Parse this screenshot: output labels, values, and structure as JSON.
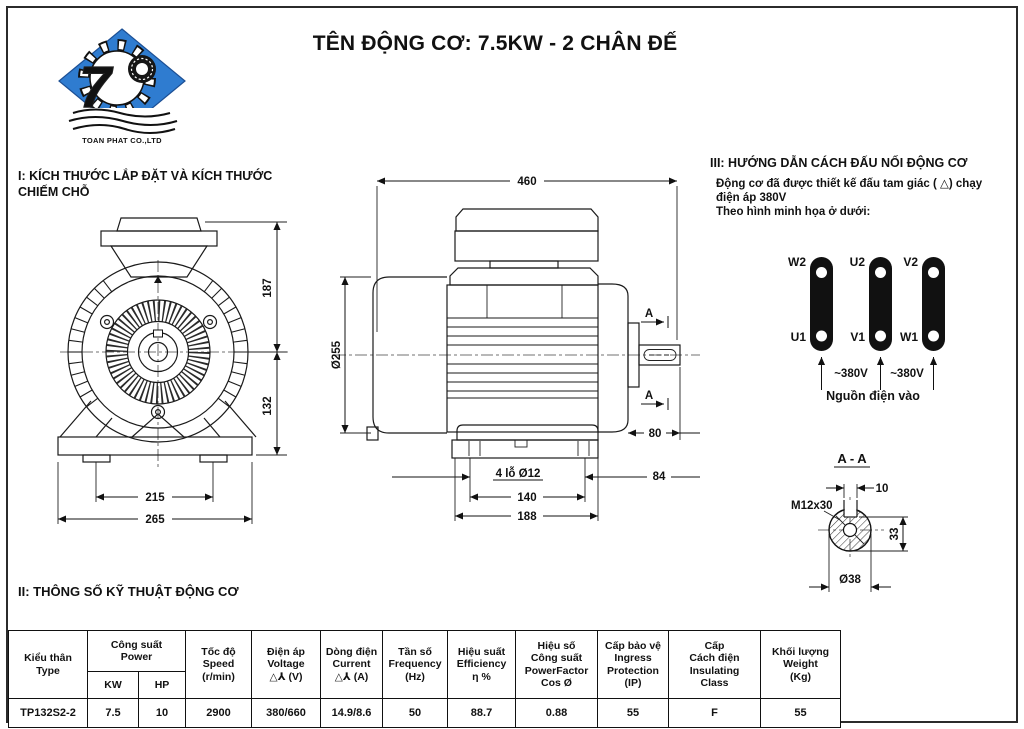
{
  "page": {
    "title": "TÊN ĐỘNG CƠ: 7.5KW - 2 CHÂN ĐẾ"
  },
  "logo": {
    "company": "TOAN PHAT CO.,LTD",
    "numeral": "7",
    "diamond_color": "#2f7cd0",
    "numeral_color": "#9e2b30",
    "text_color": "#15305d"
  },
  "section1": {
    "heading": "I: KÍCH THƯỚC LẮP ĐẶT VÀ KÍCH THƯỚC\nCHIẾM CHỖ"
  },
  "section2": {
    "heading": "II: THÔNG SỐ KỸ THUẬT ĐỘNG CƠ"
  },
  "section3": {
    "heading": "III: HƯỚNG DẪN CÁCH ĐẤU NỐI ĐỘNG CƠ",
    "body": "Động cơ đã được thiết kế đấu tam giác ( △) chạy\nđiện áp 380V\nTheo hình minh họa ở dưới:"
  },
  "front_view": {
    "dim_top": "187",
    "dim_bottom": "132",
    "dim_holes": "215",
    "dim_base": "265"
  },
  "side_view": {
    "dim_length": "460",
    "dim_diameter": "Ø255",
    "dim_shaft": "80",
    "dim_rear": "84",
    "holes_label": "4 lỗ Ø12",
    "dim_hole_span": "140",
    "dim_foot": "188",
    "marker_top": "A",
    "marker_bottom": "A"
  },
  "wiring": {
    "top": [
      "W2",
      "U2",
      "V2"
    ],
    "bottom": [
      "U1",
      "V1",
      "W1"
    ],
    "volt_left": "~380V",
    "volt_right": "~380V",
    "source": "Nguồn điện vào"
  },
  "aa": {
    "title": "A - A",
    "key_width": "10",
    "thread": "M12x30",
    "depth": "33",
    "diameter": "Ø38"
  },
  "spec_table": {
    "headers": [
      "Kiểu thân\nType",
      "Công suất\nPower",
      "KW",
      "HP",
      "Tốc độ\nSpeed\n(r/min)",
      "Điện áp\nVoltage\n△⅄ (V)",
      "Dòng điện\nCurrent\n△⅄ (A)",
      "Tần số\nFrequency\n(Hz)",
      "Hiệu suất\nEfficiency\nη %",
      "Hiệu số\nCông suất\nPowerFactor\nCos Ø",
      "Cấp bảo vệ\nIngress\nProtection\n(IP)",
      "Cấp\nCách điện\nInsulating\nClass",
      "Khối lượng\nWeight\n(Kg)"
    ],
    "row": [
      "TP132S2-2",
      "7.5",
      "10",
      "2900",
      "380/660",
      "14.9/8.6",
      "50",
      "88.7",
      "0.88",
      "55",
      "F",
      "55"
    ]
  }
}
